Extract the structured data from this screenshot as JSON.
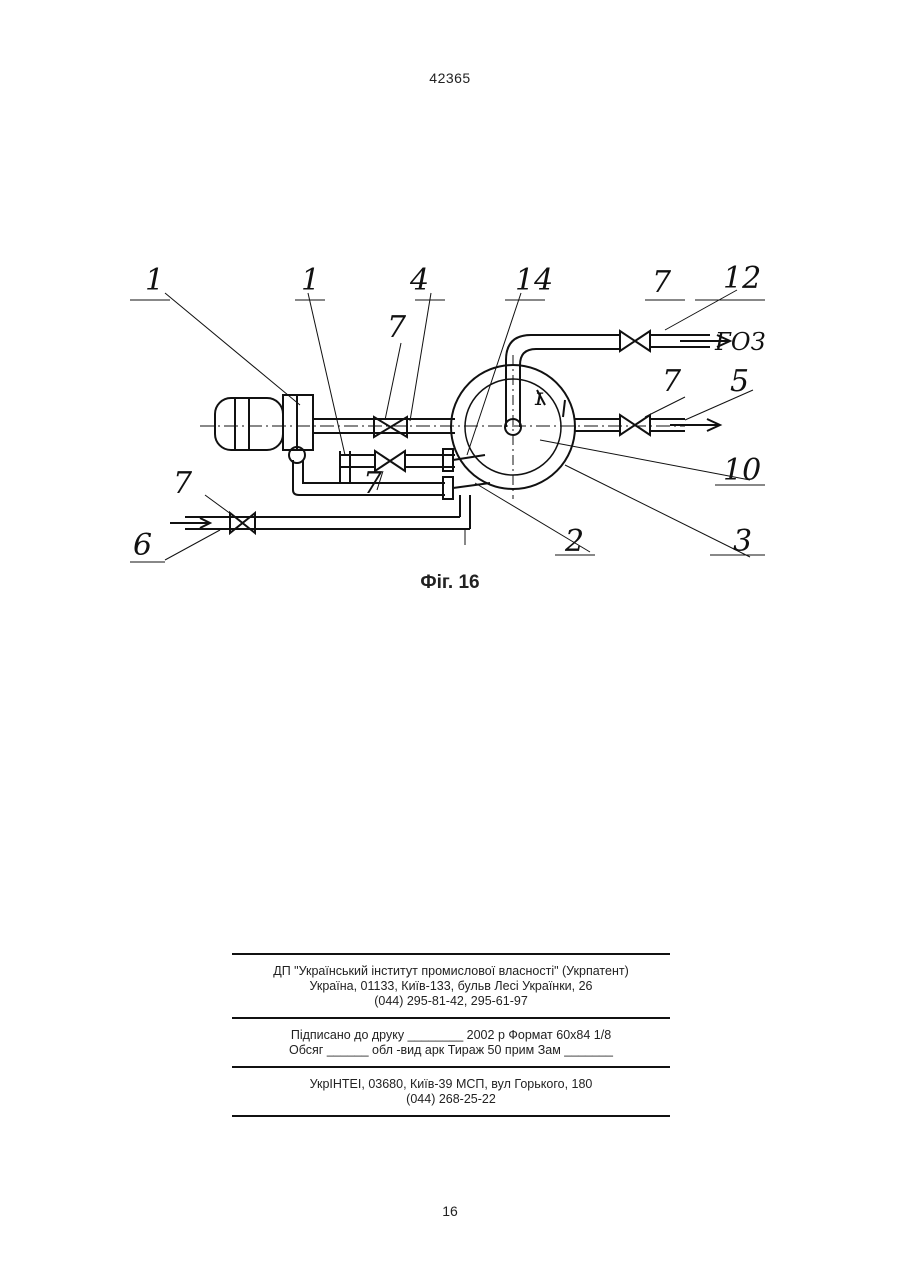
{
  "page": {
    "header_number": "42365",
    "footer_number": "16"
  },
  "figure": {
    "caption": "Фіг. 16",
    "callouts": [
      "1",
      "1",
      "4",
      "14",
      "7",
      "12",
      "7",
      "7",
      "5",
      "10",
      "7",
      "7",
      "6",
      "2",
      "3"
    ],
    "outlet_label": "ГОЗ"
  },
  "imprint": {
    "org_line1": "ДП \"Український інститут промислової власності\" (Укрпатент)",
    "org_line2": "Україна, 01133, Київ-133, бульв  Лесі Українки, 26",
    "org_line3": "(044) 295-81-42, 295-61-97",
    "sign_line1": "Підписано до друку ________ 2002 р     Формат 60х84 1/8",
    "sign_line2": "Обсяг ______ обл -вид  арк    Тираж 50 прим     Зам _______",
    "print_line1": "УкрІНТЕІ, 03680, Київ-39 МСП, вул  Горького, 180",
    "print_line2": "(044) 268-25-22"
  }
}
